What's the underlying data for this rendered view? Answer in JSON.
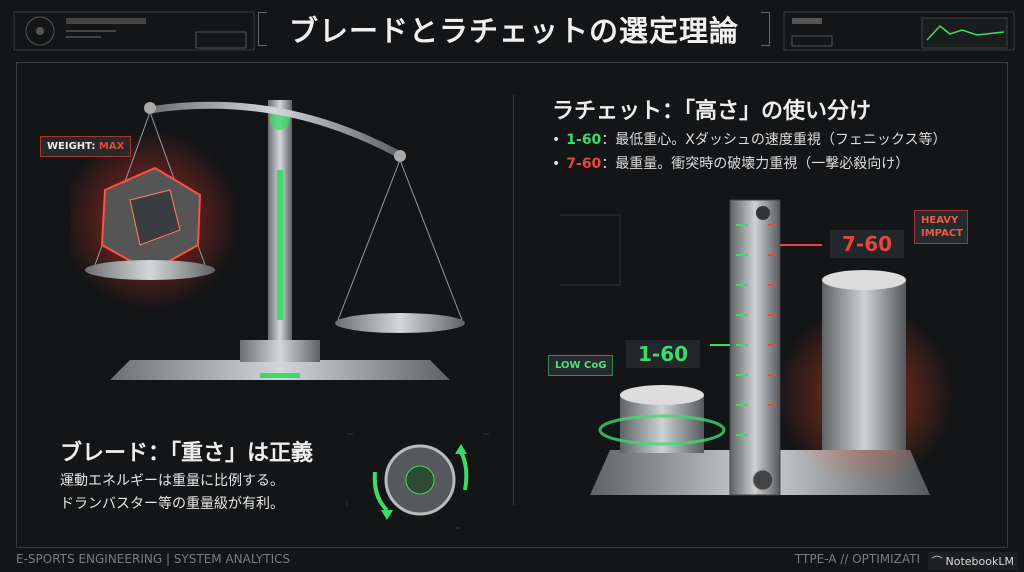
{
  "title": "ブレードとラチェットの選定理論",
  "blade": {
    "tag_label": "WEIGHT:",
    "tag_value": "MAX",
    "heading": "ブレード：「重さ」は正義",
    "body_lines": [
      "運動エネルギーは重量に比例する。",
      "ドランバスター等の重量級が有利。"
    ]
  },
  "ratchet": {
    "heading": "ラチェット：「高さ」の使い分け",
    "bullets": [
      {
        "code": "1-60",
        "text": "：最低重心。Xダッシュの速度重視（フェニックス等）",
        "color": "#3ddc6a"
      },
      {
        "code": "7-60",
        "text": "：最重量。衝突時の破壊力重視（一撃必殺向け）",
        "color": "#e8463c"
      }
    ],
    "low_tag": "LOW CoG",
    "low_value": "1-60",
    "heavy_tag": "HEAVY IMPACT",
    "heavy_value": "7-60"
  },
  "footer": {
    "left": "E-SPORTS ENGINEERING | SYSTEM ANALYTICS",
    "right": "TTPE-A // OPTIMIZATI",
    "brand": "NotebookLM"
  },
  "colors": {
    "accent_green": "#3ddc6a",
    "accent_red": "#e8463c",
    "background": "#131517"
  }
}
